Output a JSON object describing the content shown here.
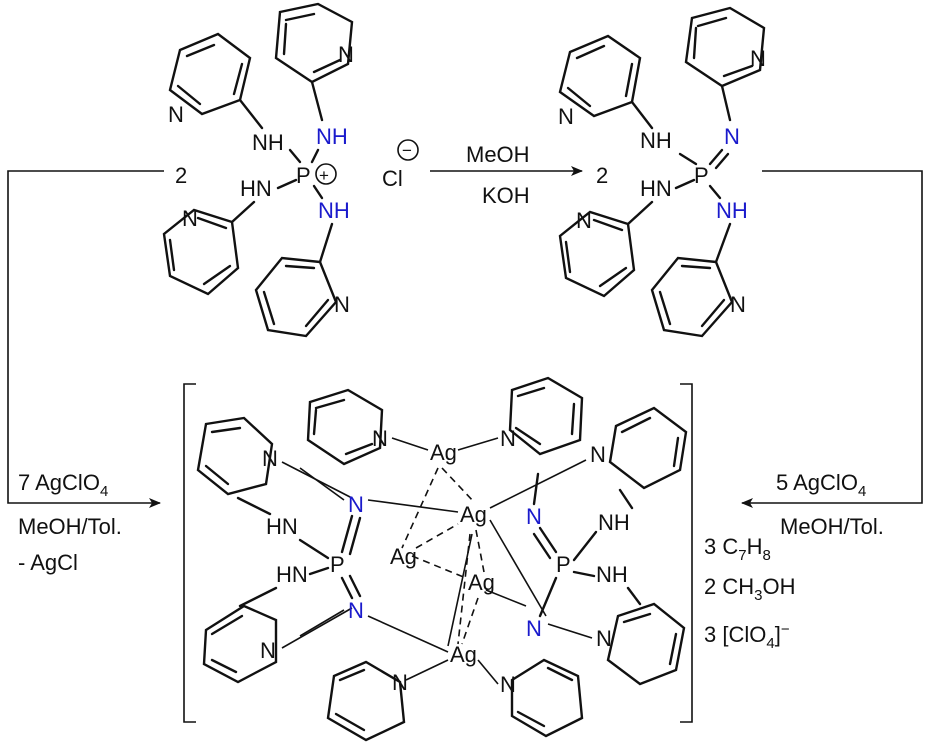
{
  "reactant": {
    "coefficient": "2",
    "nh_labels": [
      "NH",
      "NH",
      "HN",
      "NH"
    ],
    "phosphorus": "P",
    "charge": "+",
    "counterion": "Cl",
    "counterion_charge": "−",
    "ring_n": "N"
  },
  "step1": {
    "reagent_top": "MeOH",
    "reagent_bottom": "KOH"
  },
  "product": {
    "coefficient": "2",
    "nh_labels": [
      "NH",
      "HN",
      "NH"
    ],
    "imine_n": "N",
    "phosphorus": "P",
    "ring_n": "N"
  },
  "left_path": {
    "reagent_main": "7 AgClO",
    "reagent_main_sub": "4",
    "solvent": "MeOH/Tol.",
    "byproduct": "- AgCl"
  },
  "right_path": {
    "reagent_main": "5 AgClO",
    "reagent_main_sub": "4",
    "solvent": "MeOH/Tol."
  },
  "complex": {
    "silver_label": "Ag",
    "hn_labels": [
      "HN",
      "HN",
      "NH",
      "NH"
    ],
    "phosphorus": "P",
    "coordinated_n": "N",
    "ring_n": "N"
  },
  "solvates": {
    "toluene": {
      "prefix": "3 C",
      "sub1": "7",
      "mid": "H",
      "sub2": "8"
    },
    "methanol": {
      "prefix": "2 CH",
      "sub1": "3",
      "suffix": "OH"
    },
    "perchlorate": {
      "prefix": "3 [ClO",
      "sub1": "4",
      "suffix": "]",
      "sup": "−"
    }
  },
  "colors": {
    "nitrogen_highlight": "#1a1acc",
    "bond": "#111111"
  }
}
